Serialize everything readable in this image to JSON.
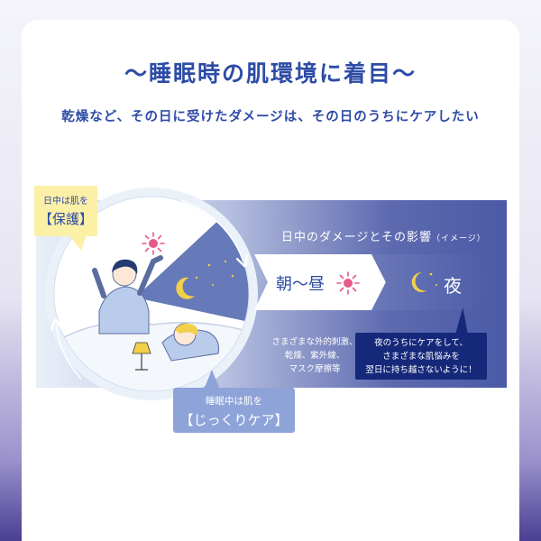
{
  "header": {
    "title": "〜睡眠時の肌環境に着目〜",
    "subtitle": "乾燥など、その日に受けたダメージは、その日のうちにケアしたい"
  },
  "timeline": {
    "heading": "日中のダメージとその影響",
    "heading_note": "（イメージ）",
    "day_label": "朝〜昼",
    "night_label": "夜",
    "day_damage_lines": [
      "さまざまな外的刺激、",
      "乾燥、紫外線、",
      "マスク摩擦等"
    ],
    "night_note_lines": [
      "夜のうちにケアをして、",
      "さまざまな肌悩みを",
      "翌日に持ち越さないように！"
    ]
  },
  "cycle": {
    "day_bubble": {
      "line1": "日中は肌を",
      "line2": "【保護】"
    },
    "sleep_bubble": {
      "line1": "睡眠中は肌を",
      "line2": "【じっくりケア】"
    }
  },
  "icons": {
    "sun": "sun-icon",
    "moon": "crescent-moon-icon",
    "stars": "star-icon",
    "lamp": "bedside-lamp-icon"
  },
  "colors": {
    "accent_blue": "#2e4ca6",
    "highlight_yellow": "#f6ec9a",
    "sun_pink": "#e65a86",
    "moon_yellow": "#f2d04a",
    "night_navy": "#16287a"
  }
}
